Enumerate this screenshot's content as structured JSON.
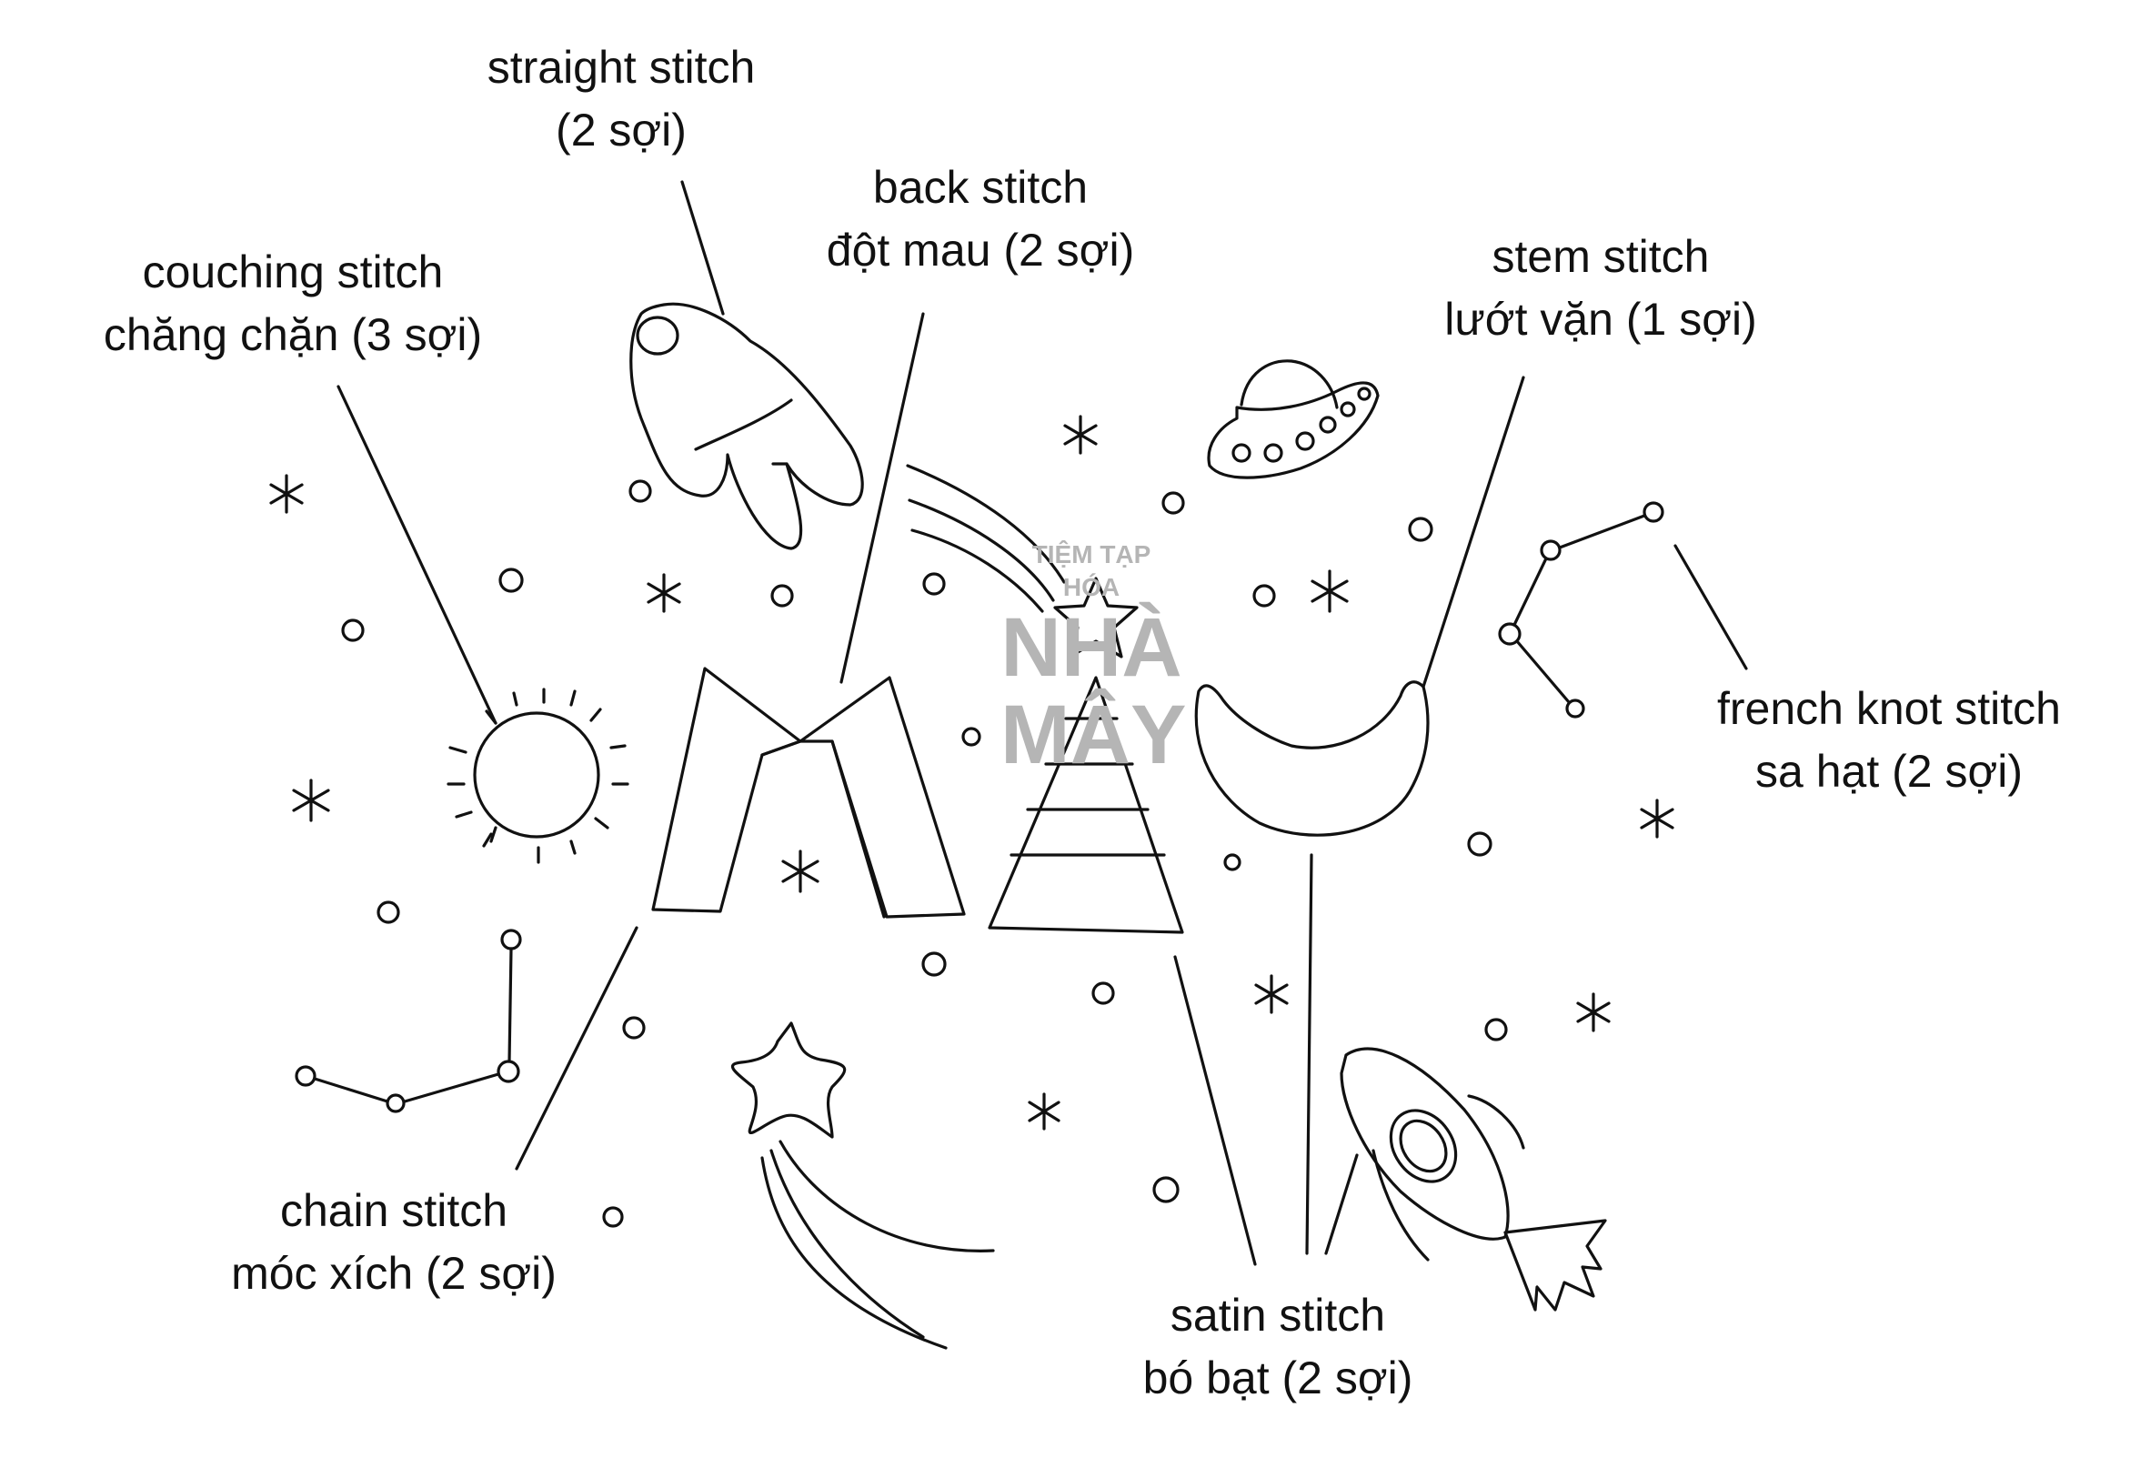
{
  "labels": {
    "straight": {
      "line1": "straight stitch",
      "line2": "(2 sợi)"
    },
    "back": {
      "line1": "back stitch",
      "line2": "đột mau (2 sợi)"
    },
    "couching": {
      "line1": "couching stitch",
      "line2": "chăng chặn (3 sợi)"
    },
    "stem": {
      "line1": "stem stitch",
      "line2": "lướt vặn (1 sợi)"
    },
    "french": {
      "line1": "french knot stitch",
      "line2": "sa hạt (2 sợi)"
    },
    "chain": {
      "line1": "chain stitch",
      "line2": "móc xích (2 sợi)"
    },
    "satin": {
      "line1": "satin stitch",
      "line2": "bó bạt (2 sợi)"
    }
  },
  "watermark": {
    "line1": "TIỆM TẠP HÓA",
    "line2": "NHÀ",
    "line3": "MÂY"
  },
  "colors": {
    "ink": "#111111",
    "watermark": "#b5b5b5"
  }
}
